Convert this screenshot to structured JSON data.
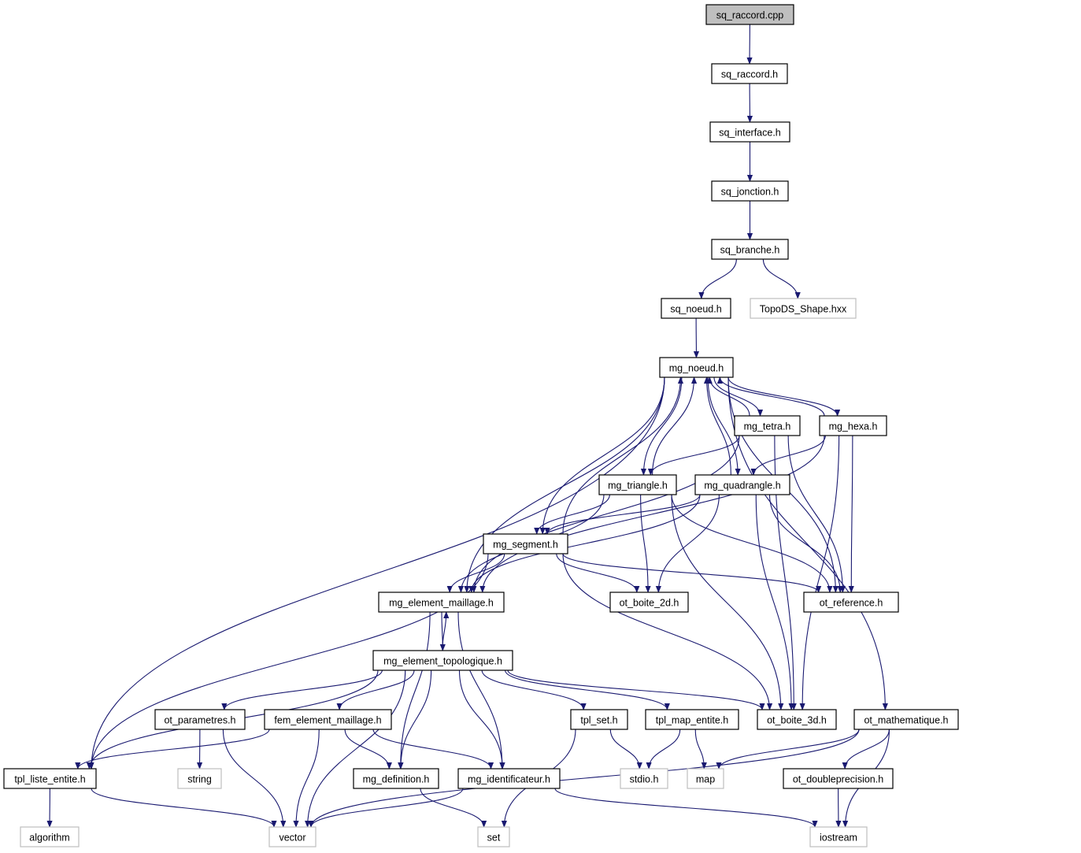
{
  "graph": {
    "edge_color": "#191970",
    "external_border_color": "#bfbfbf",
    "root_fill_color": "#bfbfbf",
    "nodes": [
      {
        "id": "sq_raccord_cpp",
        "label": "sq_raccord.cpp",
        "kind": "root"
      },
      {
        "id": "sq_raccord_h",
        "label": "sq_raccord.h",
        "kind": "local"
      },
      {
        "id": "sq_interface_h",
        "label": "sq_interface.h",
        "kind": "local"
      },
      {
        "id": "sq_jonction_h",
        "label": "sq_jonction.h",
        "kind": "local"
      },
      {
        "id": "sq_branche_h",
        "label": "sq_branche.h",
        "kind": "local"
      },
      {
        "id": "sq_noeud_h",
        "label": "sq_noeud.h",
        "kind": "local"
      },
      {
        "id": "topods",
        "label": "TopoDS_Shape.hxx",
        "kind": "external"
      },
      {
        "id": "mg_noeud_h",
        "label": "mg_noeud.h",
        "kind": "local"
      },
      {
        "id": "mg_tetra_h",
        "label": "mg_tetra.h",
        "kind": "local"
      },
      {
        "id": "mg_hexa_h",
        "label": "mg_hexa.h",
        "kind": "local"
      },
      {
        "id": "mg_triangle_h",
        "label": "mg_triangle.h",
        "kind": "local"
      },
      {
        "id": "mg_quadrangle_h",
        "label": "mg_quadrangle.h",
        "kind": "local"
      },
      {
        "id": "mg_segment_h",
        "label": "mg_segment.h",
        "kind": "local"
      },
      {
        "id": "mg_element_maillage_h",
        "label": "mg_element_maillage.h",
        "kind": "local"
      },
      {
        "id": "ot_boite_2d_h",
        "label": "ot_boite_2d.h",
        "kind": "local"
      },
      {
        "id": "ot_reference_h",
        "label": "ot_reference.h",
        "kind": "local"
      },
      {
        "id": "mg_element_topologique_h",
        "label": "mg_element_topologique.h",
        "kind": "local"
      },
      {
        "id": "ot_parametres_h",
        "label": "ot_parametres.h",
        "kind": "local"
      },
      {
        "id": "fem_element_maillage_h",
        "label": "fem_element_maillage.h",
        "kind": "local"
      },
      {
        "id": "tpl_set_h",
        "label": "tpl_set.h",
        "kind": "local"
      },
      {
        "id": "tpl_map_entite_h",
        "label": "tpl_map_entite.h",
        "kind": "local"
      },
      {
        "id": "ot_boite_3d_h",
        "label": "ot_boite_3d.h",
        "kind": "local"
      },
      {
        "id": "ot_mathematique_h",
        "label": "ot_mathematique.h",
        "kind": "local"
      },
      {
        "id": "tpl_liste_entite_h",
        "label": "tpl_liste_entite.h",
        "kind": "local"
      },
      {
        "id": "string",
        "label": "string",
        "kind": "external"
      },
      {
        "id": "mg_definition_h",
        "label": "mg_definition.h",
        "kind": "local"
      },
      {
        "id": "mg_identificateur_h",
        "label": "mg_identificateur.h",
        "kind": "local"
      },
      {
        "id": "stdio_h",
        "label": "stdio.h",
        "kind": "external"
      },
      {
        "id": "map",
        "label": "map",
        "kind": "external"
      },
      {
        "id": "ot_doubleprecision_h",
        "label": "ot_doubleprecision.h",
        "kind": "local"
      },
      {
        "id": "algorithm",
        "label": "algorithm",
        "kind": "external"
      },
      {
        "id": "vector",
        "label": "vector",
        "kind": "external"
      },
      {
        "id": "set",
        "label": "set",
        "kind": "external"
      },
      {
        "id": "iostream",
        "label": "iostream",
        "kind": "external"
      }
    ],
    "edges": [
      [
        "sq_raccord_cpp",
        "sq_raccord_h"
      ],
      [
        "sq_raccord_h",
        "sq_interface_h"
      ],
      [
        "sq_interface_h",
        "sq_jonction_h"
      ],
      [
        "sq_jonction_h",
        "sq_branche_h"
      ],
      [
        "sq_branche_h",
        "sq_noeud_h"
      ],
      [
        "sq_branche_h",
        "topods"
      ],
      [
        "sq_noeud_h",
        "mg_noeud_h"
      ],
      [
        "mg_noeud_h",
        "tpl_liste_entite_h"
      ],
      [
        "mg_noeud_h",
        "mg_element_maillage_h"
      ],
      [
        "mg_noeud_h",
        "mg_segment_h"
      ],
      [
        "mg_noeud_h",
        "mg_triangle_h"
      ],
      [
        "mg_noeud_h",
        "mg_tetra_h"
      ],
      [
        "mg_noeud_h",
        "mg_hexa_h"
      ],
      [
        "mg_noeud_h",
        "mg_quadrangle_h"
      ],
      [
        "mg_noeud_h",
        "ot_reference_h"
      ],
      [
        "mg_noeud_h",
        "ot_mathematique_h"
      ],
      [
        "mg_tetra_h",
        "mg_noeud_h"
      ],
      [
        "mg_tetra_h",
        "mg_element_maillage_h"
      ],
      [
        "mg_tetra_h",
        "mg_triangle_h"
      ],
      [
        "mg_tetra_h",
        "ot_reference_h"
      ],
      [
        "mg_tetra_h",
        "ot_boite_3d_h"
      ],
      [
        "mg_hexa_h",
        "mg_noeud_h"
      ],
      [
        "mg_hexa_h",
        "mg_element_maillage_h"
      ],
      [
        "mg_hexa_h",
        "mg_quadrangle_h"
      ],
      [
        "mg_hexa_h",
        "ot_reference_h"
      ],
      [
        "mg_hexa_h",
        "ot_boite_3d_h"
      ],
      [
        "mg_triangle_h",
        "mg_noeud_h"
      ],
      [
        "mg_triangle_h",
        "mg_segment_h"
      ],
      [
        "mg_triangle_h",
        "mg_element_maillage_h"
      ],
      [
        "mg_triangle_h",
        "ot_boite_2d_h"
      ],
      [
        "mg_triangle_h",
        "ot_reference_h"
      ],
      [
        "mg_triangle_h",
        "ot_boite_3d_h"
      ],
      [
        "mg_quadrangle_h",
        "mg_noeud_h"
      ],
      [
        "mg_quadrangle_h",
        "mg_segment_h"
      ],
      [
        "mg_quadrangle_h",
        "mg_element_maillage_h"
      ],
      [
        "mg_quadrangle_h",
        "ot_boite_2d_h"
      ],
      [
        "mg_quadrangle_h",
        "ot_reference_h"
      ],
      [
        "mg_quadrangle_h",
        "ot_boite_3d_h"
      ],
      [
        "mg_segment_h",
        "mg_noeud_h"
      ],
      [
        "mg_segment_h",
        "mg_element_maillage_h"
      ],
      [
        "mg_segment_h",
        "ot_boite_2d_h"
      ],
      [
        "mg_segment_h",
        "ot_reference_h"
      ],
      [
        "mg_segment_h",
        "ot_boite_3d_h"
      ],
      [
        "mg_segment_h",
        "tpl_liste_entite_h"
      ],
      [
        "mg_element_maillage_h",
        "mg_element_topologique_h"
      ],
      [
        "mg_element_maillage_h",
        "mg_definition_h"
      ],
      [
        "mg_element_maillage_h",
        "mg_identificateur_h"
      ],
      [
        "mg_element_topologique_h",
        "mg_element_maillage_h"
      ],
      [
        "mg_element_topologique_h",
        "tpl_liste_entite_h"
      ],
      [
        "mg_element_topologique_h",
        "vector"
      ],
      [
        "mg_element_topologique_h",
        "ot_parametres_h"
      ],
      [
        "mg_element_topologique_h",
        "fem_element_maillage_h"
      ],
      [
        "mg_element_topologique_h",
        "mg_definition_h"
      ],
      [
        "mg_element_topologique_h",
        "mg_identificateur_h"
      ],
      [
        "mg_element_topologique_h",
        "tpl_set_h"
      ],
      [
        "mg_element_topologique_h",
        "tpl_map_entite_h"
      ],
      [
        "mg_element_topologique_h",
        "ot_boite_3d_h"
      ],
      [
        "ot_parametres_h",
        "string"
      ],
      [
        "ot_parametres_h",
        "vector"
      ],
      [
        "fem_element_maillage_h",
        "tpl_liste_entite_h"
      ],
      [
        "fem_element_maillage_h",
        "vector"
      ],
      [
        "fem_element_maillage_h",
        "mg_definition_h"
      ],
      [
        "fem_element_maillage_h",
        "mg_identificateur_h"
      ],
      [
        "tpl_set_h",
        "stdio_h"
      ],
      [
        "tpl_set_h",
        "set"
      ],
      [
        "tpl_map_entite_h",
        "stdio_h"
      ],
      [
        "tpl_map_entite_h",
        "map"
      ],
      [
        "ot_mathematique_h",
        "map"
      ],
      [
        "ot_mathematique_h",
        "vector"
      ],
      [
        "ot_mathematique_h",
        "ot_doubleprecision_h"
      ],
      [
        "ot_mathematique_h",
        "iostream"
      ],
      [
        "tpl_liste_entite_h",
        "algorithm"
      ],
      [
        "tpl_liste_entite_h",
        "vector"
      ],
      [
        "mg_definition_h",
        "set"
      ],
      [
        "mg_identificateur_h",
        "vector"
      ],
      [
        "mg_identificateur_h",
        "iostream"
      ],
      [
        "ot_doubleprecision_h",
        "iostream"
      ]
    ]
  }
}
